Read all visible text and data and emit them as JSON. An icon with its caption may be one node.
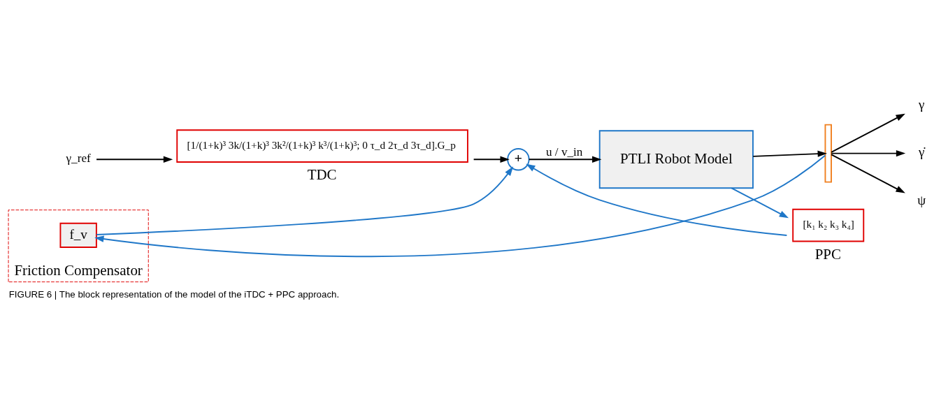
{
  "diagram": {
    "caption": "FIGURE 6 | The block representation of the model of the iTDC + PPC approach.",
    "nodes": [
      {
        "text": [
          "γ_ref"
        ]
      },
      {
        "text": [
          "[1/(1+k)³ 3k/(1+k)³ 3k²/(1+k)³ k³/(1+k)³; 0 τ_d 2τ_d 3τ_d].G_p"
        ],
        "beside": [
          "TDC"
        ]
      },
      {
        "text": [
          "+"
        ]
      },
      {
        "text": [
          "Friction Compensator"
        ]
      },
      {
        "text": [
          "f_v"
        ],
        "in": 3
      },
      {
        "text": [
          "PTLI Robot Model"
        ]
      },
      {
        "text": [],
        "shape": "bar"
      },
      {
        "text": [
          "γ"
        ]
      },
      {
        "text": [
          "γ̇"
        ]
      },
      {
        "text": [
          "ψ"
        ]
      },
      {
        "text": [
          "[k₁ k₂ k₃ k₄]"
        ],
        "beside": [
          "PPC"
        ]
      }
    ],
    "edges": [
      {
        "from": 0,
        "to": 1,
        "arrow": "to"
      },
      {
        "from": 1,
        "to": 2,
        "arrow": "to"
      },
      {
        "from": 2,
        "to": 5,
        "arrow": "to",
        "label": "u / v_in"
      },
      {
        "from": 5,
        "to": 6,
        "arrow": "to"
      },
      {
        "from": 6,
        "to": 7,
        "arrow": "to"
      },
      {
        "from": 6,
        "to": 8,
        "arrow": "to"
      },
      {
        "from": 6,
        "to": 9,
        "arrow": "to"
      },
      {
        "from": 6,
        "to": 4,
        "arrow": "to",
        "color": "#1f77c8"
      },
      {
        "from": 4,
        "to": 2,
        "arrow": "to",
        "color": "#1f77c8"
      },
      {
        "from": 5,
        "to": 10,
        "arrow": "to",
        "color": "#1f77c8"
      },
      {
        "from": 10,
        "to": 2,
        "arrow": "to",
        "color": "#1f77c8"
      }
    ]
  }
}
